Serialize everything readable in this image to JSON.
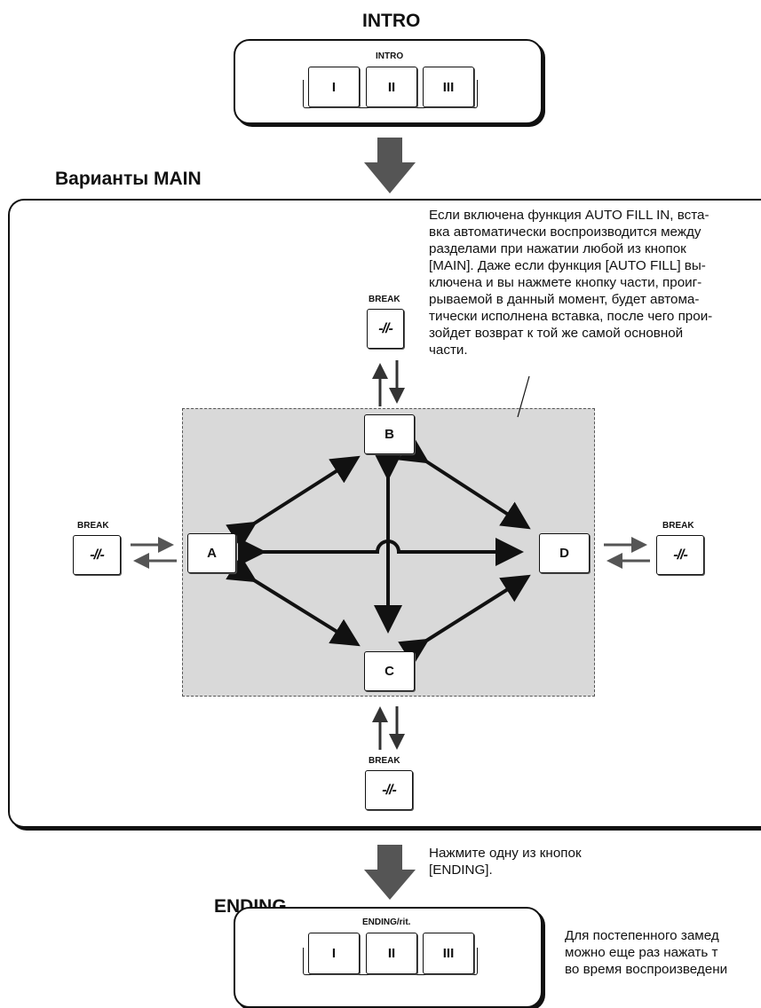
{
  "intro": {
    "title": "INTRO",
    "panel_label": "INTRO",
    "buttons": [
      "I",
      "II",
      "III"
    ]
  },
  "main": {
    "title": "Варианты MAIN",
    "note": "Если включена функция AUTO FILL IN, вставка автоматически воспроизводится между разделами при нажатии любой из кнопок [MAIN]. Даже если функция [AUTO FILL] выключена и вы нажмете кнопку части, проигрываемой в данный момент, будет автоматически исполнена вставка, после чего произойдет возврат к той же самой основной части.",
    "note_lines": [
      "Если включена функция AUTO FILL IN, вста-",
      "вка автоматически воспроизводится между",
      "разделами при нажатии любой из кнопок",
      "[MAIN]. Даже если функция [AUTO FILL] вы-",
      "ключена и вы нажмете кнопку части, проиг-",
      "рываемой в данный момент, будет автома-",
      "тически исполнена вставка, после чего прои-",
      "зойдет возврат к той же самой основной",
      "части."
    ],
    "buttons": {
      "a": "A",
      "b": "B",
      "c": "C",
      "d": "D"
    },
    "break_label": "BREAK",
    "break_symbol": "-//-"
  },
  "ending": {
    "title": "ENDING",
    "panel_label": "ENDING/rit.",
    "buttons": [
      "I",
      "II",
      "III"
    ],
    "press_note_lines": [
      "Нажмите одну из кнопок",
      "[ENDING]."
    ],
    "rit_note_lines": [
      "Для постепенного замед",
      "можно еще раз нажать т",
      "во время воспроизведени"
    ]
  },
  "colors": {
    "frame": "#111111",
    "gray_area": "#d9d9d9",
    "gray_arrow": "#555555"
  }
}
